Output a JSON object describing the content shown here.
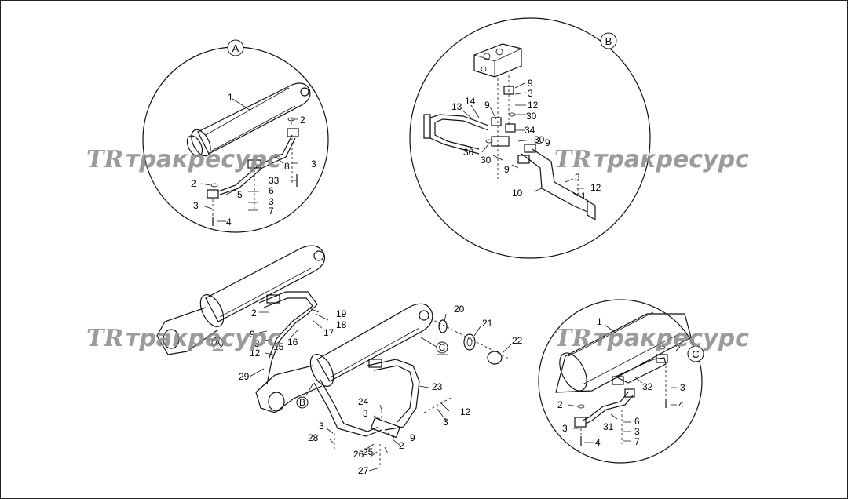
{
  "callouts": {
    "a": "A",
    "b": "B",
    "c": "C"
  },
  "watermark": {
    "logo": "TR",
    "text": "тракресурс"
  },
  "labels_a": [
    "1",
    "2",
    "8",
    "3",
    "2",
    "5",
    "6",
    "33",
    "3",
    "3",
    "7",
    "4"
  ],
  "labels_b": [
    "9",
    "3",
    "13",
    "14",
    "9",
    "12",
    "30",
    "34",
    "30",
    "9",
    "30",
    "30",
    "9",
    "3",
    "12",
    "10",
    "11"
  ],
  "labels_main": [
    "19",
    "18",
    "2",
    "17",
    "9",
    "3",
    "15",
    "16",
    "12",
    "20",
    "21",
    "22",
    "29",
    "23",
    "24",
    "3",
    "12",
    "3",
    "28",
    "25",
    "9",
    "2",
    "26",
    "27"
  ],
  "labels_c": [
    "1",
    "2",
    "32",
    "3",
    "2",
    "4",
    "6",
    "31",
    "3",
    "3",
    "4",
    "7"
  ],
  "main_callouts": [
    "A",
    "C",
    "B"
  ]
}
